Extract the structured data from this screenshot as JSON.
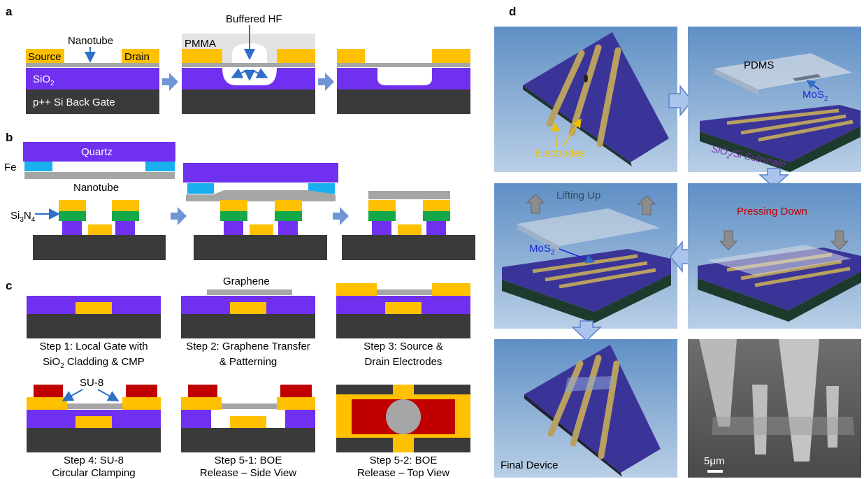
{
  "panel_a": {
    "label": "a",
    "nanotube": "Nanotube",
    "source": "Source",
    "drain": "Drain",
    "sio2": "SiO",
    "sio2_sub": "2",
    "back_gate": "p++ Si Back Gate",
    "buffered_hf": "Buffered HF",
    "pmma": "PMMA"
  },
  "panel_b": {
    "label": "b",
    "quartz": "Quartz",
    "fe": "Fe",
    "nanotube": "Nanotube",
    "si3n4_a": "Si",
    "si3n4_b": "3",
    "si3n4_c": "N",
    "si3n4_d": "4"
  },
  "panel_c": {
    "label": "c",
    "graphene": "Graphene",
    "su8": "SU-8",
    "steps": [
      {
        "l1": "Step 1: Local Gate with",
        "l2a": "SiO",
        "l2b": "2",
        "l2c": " Cladding & CMP"
      },
      {
        "l1": "Step 2: Graphene Transfer",
        "l2": "& Patterning"
      },
      {
        "l1": "Step 3: Source &",
        "l2": "Drain Electrodes"
      },
      {
        "l1": "Step 4: SU-8",
        "l2": "Circular Clamping"
      },
      {
        "l1": "Step 5-1: BOE",
        "l2": "Release – Side View"
      },
      {
        "l1": "Step 5-2: BOE",
        "l2": "Release – Top View"
      }
    ]
  },
  "panel_d": {
    "label": "d",
    "electrodes": "Electrodes",
    "pdms": "PDMS",
    "mos2": "MoS",
    "mos2_sub": "2",
    "substrate_a": "SiO",
    "substrate_b": "2",
    "substrate_c": "/Si Substrate",
    "lifting_up": "Lifting Up",
    "pressing_down": "Pressing Down",
    "final_device": "Final Device",
    "scale_bar": "5μm"
  },
  "colors": {
    "gold": "#ffc000",
    "purple": "#7030f0",
    "dark": "#3a3a3a",
    "gray": "#a6a6a6",
    "cyan": "#1ab0f0",
    "green": "#15a84a",
    "red": "#c00000",
    "arrow": "#6f95d8",
    "bg_blue": "#8aaed4"
  }
}
